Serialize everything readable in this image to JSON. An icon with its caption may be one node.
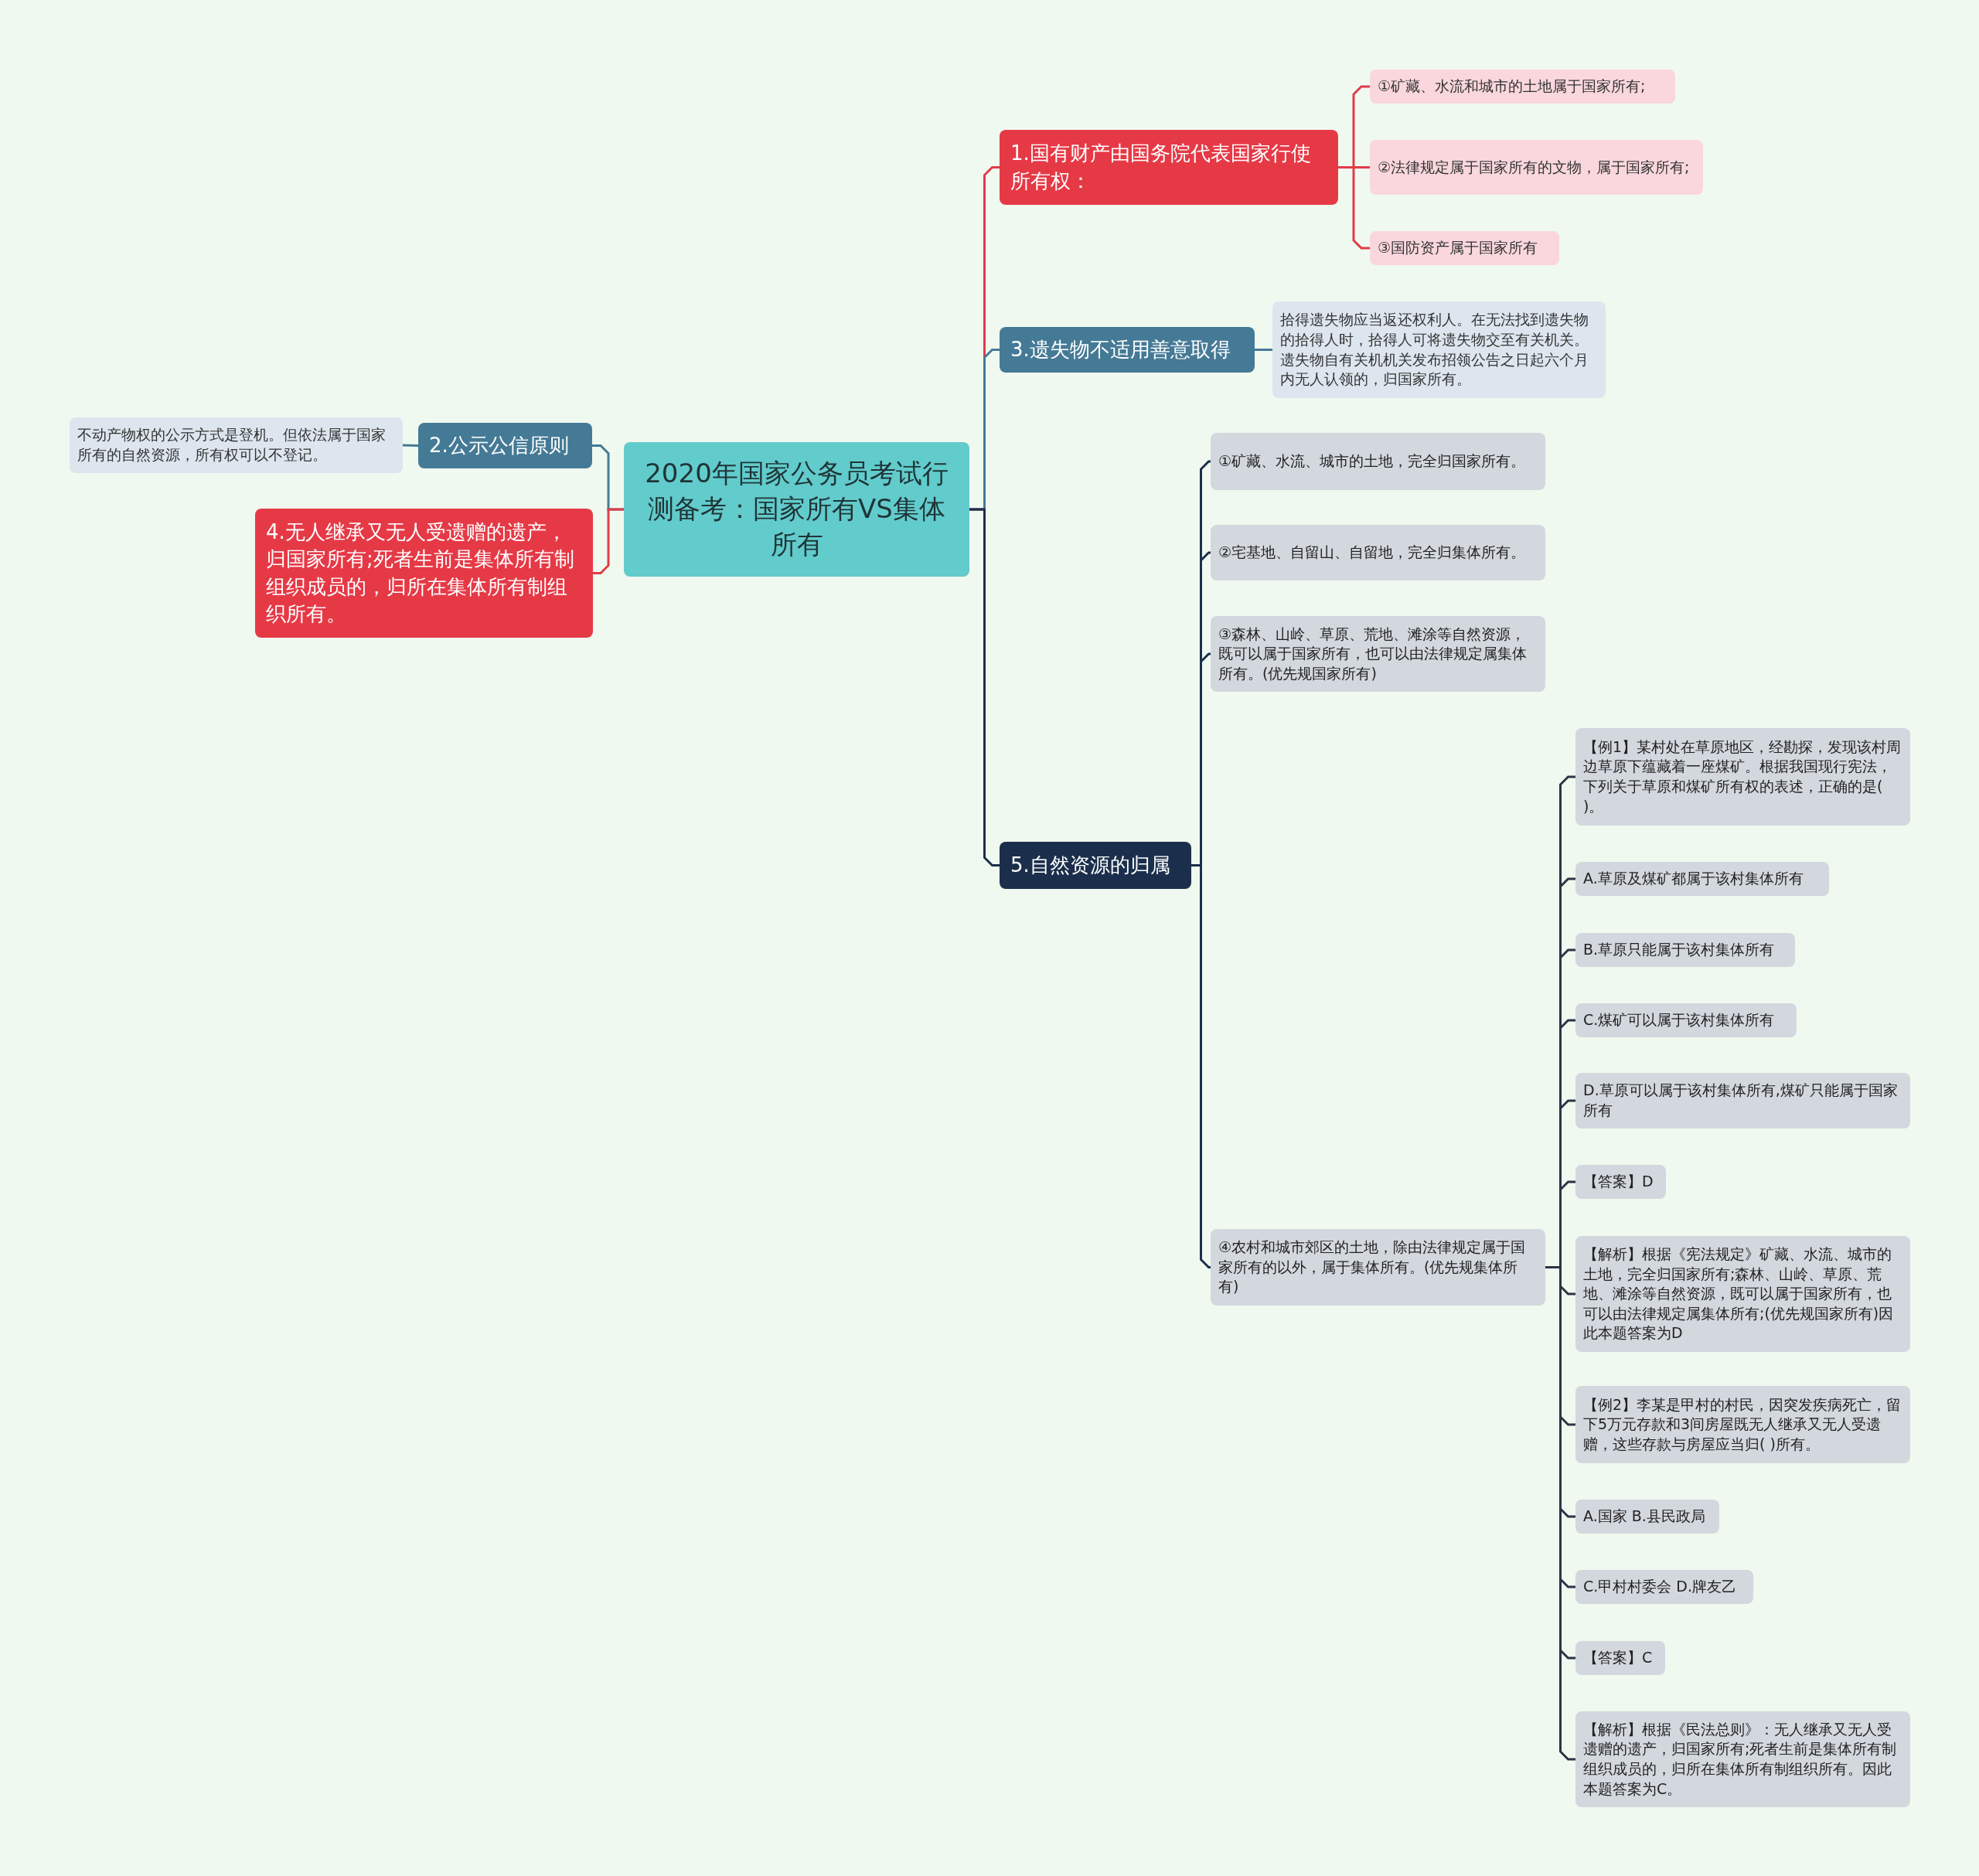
{
  "diagram": {
    "nodes": [
      {
        "text": [
          "2020年国家公务员考试行测备考：国家所有VS集体所有"
        ]
      },
      {
        "text": [
          "1.国有财产由国务院代表国家行使所有权："
        ]
      },
      {
        "text": [
          "①矿藏、水流和城市的土地属于国家所有;"
        ]
      },
      {
        "text": [
          "②法律规定属于国家所有的文物，属于国家所有;"
        ]
      },
      {
        "text": [
          "③国防资产属于国家所有"
        ]
      },
      {
        "text": [
          "3.遗失物不适用善意取得"
        ]
      },
      {
        "text": [
          "拾得遗失物应当返还权利人。在无法找到遗失物的拾得人时，拾得人可将遗失物交至有关机关。遗失物自有关机机关发布招领公告之日起六个月内无人认领的，归国家所有。"
        ]
      },
      {
        "text": [
          "2.公示公信原则"
        ]
      },
      {
        "text": [
          "不动产物权的公示方式是登机。但依法属于国家所有的自然资源，所有权可以不登记。"
        ]
      },
      {
        "text": [
          "4.无人继承又无人受遗赠的遗产，归国家所有;死者生前是集体所有制组织成员的，归所在集体所有制组织所有。"
        ]
      },
      {
        "text": [
          "5.自然资源的归属"
        ]
      },
      {
        "text": [
          "①矿藏、水流、城市的土地，完全归国家所有。"
        ]
      },
      {
        "text": [
          "②宅基地、自留山、自留地，完全归集体所有。"
        ]
      },
      {
        "text": [
          "③森林、山岭、草原、荒地、滩涂等自然资源，既可以属于国家所有，也可以由法律规定属集体所有。(优先规国家所有)"
        ]
      },
      {
        "text": [
          "④农村和城市郊区的土地，除由法律规定属于国家所有的以外，属于集体所有。(优先规集体所有)"
        ]
      },
      {
        "text": [
          "【例1】某村处在草原地区，经勘探，发现该村周边草原下蕴藏着一座煤矿。根据我国现行宪法，下列关于草原和煤矿所有权的表述，正确的是( )。"
        ]
      },
      {
        "text": [
          "A.草原及煤矿都属于该村集体所有"
        ]
      },
      {
        "text": [
          "B.草原只能属于该村集体所有"
        ]
      },
      {
        "text": [
          "C.煤矿可以属于该村集体所有"
        ]
      },
      {
        "text": [
          "D.草原可以属于该村集体所有,煤矿只能属于国家所有"
        ]
      },
      {
        "text": [
          "【答案】D"
        ]
      },
      {
        "text": [
          "【解析】根据《宪法规定》矿藏、水流、城市的土地，完全归国家所有;森林、山岭、草原、荒地、滩涂等自然资源，既可以属于国家所有，也可以由法律规定属集体所有;(优先规国家所有)因此本题答案为D"
        ]
      },
      {
        "text": [
          "【例2】李某是甲村的村民，因突发疾病死亡，留下5万元存款和3间房屋既无人继承又无人受遗赠，这些存款与房屋应当归( )所有。"
        ]
      },
      {
        "text": [
          "A.国家 B.县民政局"
        ]
      },
      {
        "text": [
          "C.甲村村委会 D.牌友乙"
        ]
      },
      {
        "text": [
          "【答案】C"
        ]
      },
      {
        "text": [
          "【解析】根据《民法总则》：无人继承又无人受遗赠的遗产，归国家所有;死者生前是集体所有制组织成员的，归所在集体所有制组织所有。因此本题答案为C。"
        ]
      }
    ],
    "edges": [
      {
        "from": 0,
        "to": 1,
        "arrow": "none",
        "color": "#e03c48"
      },
      {
        "from": 1,
        "to": 2,
        "arrow": "none",
        "color": "#e03c48"
      },
      {
        "from": 1,
        "to": 3,
        "arrow": "none",
        "color": "#e03c48"
      },
      {
        "from": 1,
        "to": 4,
        "arrow": "none",
        "color": "#e03c48"
      },
      {
        "from": 0,
        "to": 5,
        "arrow": "none",
        "color": "#457a96"
      },
      {
        "from": 5,
        "to": 6,
        "arrow": "none",
        "color": "#457a96"
      },
      {
        "from": 0,
        "to": 7,
        "arrow": "none",
        "color": "#457a96"
      },
      {
        "from": 7,
        "to": 8,
        "arrow": "none",
        "color": "#457a96"
      },
      {
        "from": 0,
        "to": 9,
        "arrow": "none",
        "color": "#e03c48"
      },
      {
        "from": 0,
        "to": 10,
        "arrow": "none",
        "color": "#1b2f4c"
      },
      {
        "from": 10,
        "to": 11,
        "arrow": "none",
        "color": "#1b2f4c"
      },
      {
        "from": 10,
        "to": 12,
        "arrow": "none",
        "color": "#1b2f4c"
      },
      {
        "from": 10,
        "to": 13,
        "arrow": "none",
        "color": "#1b2f4c"
      },
      {
        "from": 10,
        "to": 14,
        "arrow": "none",
        "color": "#1b2f4c"
      },
      {
        "from": 14,
        "to": 15,
        "arrow": "none"
      },
      {
        "from": 14,
        "to": 16,
        "arrow": "none"
      },
      {
        "from": 14,
        "to": 17,
        "arrow": "none"
      },
      {
        "from": 14,
        "to": 18,
        "arrow": "none"
      },
      {
        "from": 14,
        "to": 19,
        "arrow": "none"
      },
      {
        "from": 14,
        "to": 20,
        "arrow": "none"
      },
      {
        "from": 14,
        "to": 21,
        "arrow": "none"
      },
      {
        "from": 14,
        "to": 22,
        "arrow": "none"
      },
      {
        "from": 14,
        "to": 23,
        "arrow": "none"
      },
      {
        "from": 14,
        "to": 24,
        "arrow": "none"
      },
      {
        "from": 14,
        "to": 25,
        "arrow": "none"
      },
      {
        "from": 14,
        "to": 26,
        "arrow": "none"
      }
    ]
  }
}
